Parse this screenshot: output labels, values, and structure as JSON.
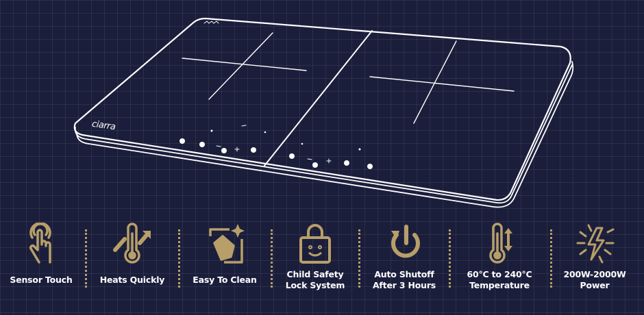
{
  "product": {
    "brand": "ciarra",
    "accent_color": "#b89f69",
    "line_color": "#ffffff",
    "background": "#1b1e3b"
  },
  "features": [
    {
      "icon": "touch-icon",
      "lines": [
        "Sensor Touch"
      ]
    },
    {
      "icon": "thermometer-up-icon",
      "lines": [
        "Heats Quickly"
      ]
    },
    {
      "icon": "wipe-clean-icon",
      "lines": [
        "Easy To Clean"
      ]
    },
    {
      "icon": "lock-icon",
      "lines": [
        "Child Safety",
        "Lock System"
      ]
    },
    {
      "icon": "power-timer-icon",
      "lines": [
        "Auto Shutoff",
        "After 3 Hours"
      ]
    },
    {
      "icon": "thermometer-range-icon",
      "lines": [
        "60°C to 240°C",
        "Temperature"
      ]
    },
    {
      "icon": "lightning-icon",
      "lines": [
        "200W-2000W",
        "Power"
      ]
    }
  ]
}
